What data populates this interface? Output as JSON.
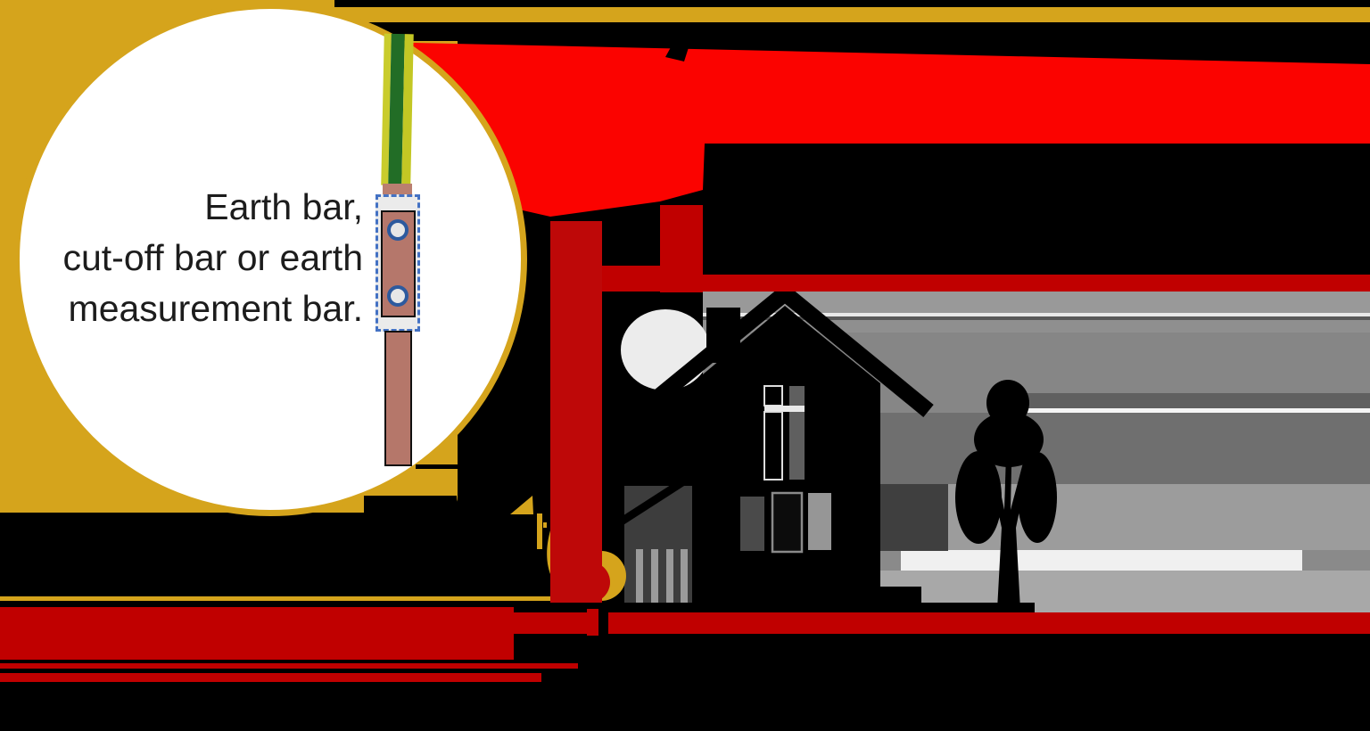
{
  "caption": {
    "line1": "Earth bar,",
    "line2": "cut-off bar or earth",
    "line3": "measurement bar."
  },
  "palette": {
    "background": "#000000",
    "gold": "#D5A41C",
    "red_bright": "#FB0300",
    "red_dark": "#C00000",
    "red_bar": "#BE0808",
    "copper": "#B5776B",
    "copper_light": "#BA7F70",
    "outline_black": "#111111",
    "wire_green": "#226D26",
    "wire_yellow": "#C9CC2C",
    "wire_yellow2": "#C3C724",
    "dash_blue": "#4472C4",
    "hole_ring": "#2D5A9E",
    "hole_fill": "#E7E7E7",
    "box_fill": "#EBEBEB",
    "white": "#FFFFFF",
    "cloud": "#ECECEC",
    "silhouette": "#000000",
    "porch_zone": "#3D3D3D",
    "dark_patch": "#3F3F3F",
    "column_gray": "#9A9A9A",
    "window_dark": "#4A4A4A",
    "window_light": "#969696",
    "window_pane": "#5F5F5F",
    "pane_outline": "#DDDDDD",
    "stripe1": "#999999",
    "stripe2": "#E9E9E9",
    "stripe3": "#595959",
    "stripe4": "#8F8F8F",
    "stripe5": "#868686",
    "stripe6": "#606060",
    "stripe7": "#F5F5F5",
    "stripe8": "#6F6F6F",
    "stripe9": "#9C9C9C",
    "stripe10": "#F0F0F0",
    "stripe11": "#A8A8A8"
  }
}
